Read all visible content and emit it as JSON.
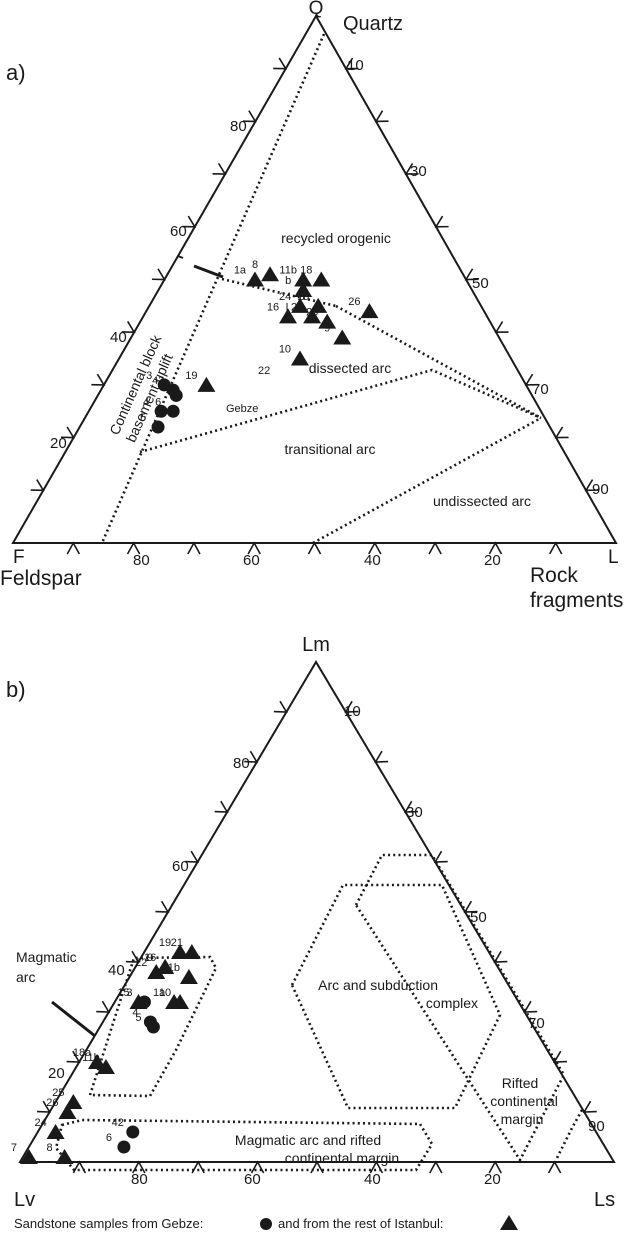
{
  "chart_data": [
    {
      "type": "scatter",
      "panel_label": "a)",
      "plot_kind": "ternary",
      "apex_labels": {
        "top_letter": "Q",
        "top_name": "Quartz",
        "left_letter": "F",
        "left_name": "Feldspar",
        "right_letter": "L",
        "right_name": "Rock fragments"
      },
      "tick_labels": {
        "right_edge": [
          "10",
          "30",
          "50",
          "70",
          "90"
        ],
        "left_edge": [
          "80",
          "60",
          "40",
          "20"
        ],
        "bottom_edge": [
          "80",
          "60",
          "40",
          "20"
        ]
      },
      "field_labels": [
        "recycled orogenic",
        "dissected arc",
        "transitional arc",
        "undissected arc",
        "Continental block basement uplift"
      ],
      "series": [
        {
          "marker": "circle",
          "points": [
            {
              "label": "3",
              "Q": 30,
              "F": 60,
              "L": 10
            },
            {
              "label": "42",
              "Q": 29,
              "F": 59,
              "L": 12
            },
            {
              "label": "7",
              "Q": 28,
              "F": 59,
              "L": 13
            },
            {
              "label": "4",
              "Q": 25,
              "F": 63,
              "L": 12
            },
            {
              "label": "6",
              "Q": 25,
              "F": 61,
              "L": 14
            },
            {
              "label": "5",
              "Q": 22,
              "F": 65,
              "L": 13
            }
          ]
        },
        {
          "marker": "triangle",
          "points": [
            {
              "label": "1a",
              "Q": 50,
              "F": 35,
              "L": 15
            },
            {
              "label": "8",
              "Q": 51,
              "F": 32,
              "L": 17
            },
            {
              "label": "11b",
              "Q": 50,
              "F": 27,
              "L": 23
            },
            {
              "label": "18",
              "Q": 50,
              "F": 24,
              "L": 26
            },
            {
              "label": "b",
              "Q": 48,
              "F": 28,
              "L": 24
            },
            {
              "label": "24",
              "Q": 45,
              "F": 30,
              "L": 25
            },
            {
              "label": "15",
              "Q": 45,
              "F": 27,
              "L": 28
            },
            {
              "label": "16",
              "Q": 43,
              "F": 33,
              "L": 24
            },
            {
              "label": "21",
              "Q": 43,
              "F": 29,
              "L": 28
            },
            {
              "label": "25",
              "Q": 42,
              "F": 27,
              "L": 31
            },
            {
              "label": "26",
              "Q": 44,
              "F": 19,
              "L": 37
            },
            {
              "label": "9",
              "Q": 39,
              "F": 26,
              "L": 35
            },
            {
              "label": "10",
              "Q": 35,
              "F": 35,
              "L": 30
            },
            {
              "label": "19",
              "Q": 30,
              "F": 53,
              "L": 17
            }
          ]
        }
      ],
      "annotations": [
        "Gebze",
        "22"
      ]
    },
    {
      "type": "scatter",
      "panel_label": "b)",
      "plot_kind": "ternary",
      "apex_labels": {
        "top_letter": "Lm",
        "left_letter": "Lv",
        "right_letter": "Ls"
      },
      "tick_labels": {
        "right_edge": [
          "10",
          "30",
          "50",
          "70",
          "90"
        ],
        "left_edge": [
          "80",
          "60",
          "40",
          "20"
        ],
        "bottom_edge": [
          "80",
          "60",
          "40",
          "20"
        ]
      },
      "field_labels": [
        "Magmatic arc",
        "Arc and subduction complex",
        "Rifted continental margin",
        "Magmatic arc and rifted continental margin"
      ],
      "series": [
        {
          "marker": "circle",
          "points": [
            {
              "label": "3",
              "Lm": 32,
              "Lv": 63,
              "Ls": 5
            },
            {
              "label": "4",
              "Lm": 28,
              "Lv": 64,
              "Ls": 8
            },
            {
              "label": "5",
              "Lm": 27,
              "Lv": 64,
              "Ls": 9
            },
            {
              "label": "42",
              "Lm": 6,
              "Lv": 78,
              "Ls": 16
            },
            {
              "label": "6",
              "Lm": 3,
              "Lv": 81,
              "Ls": 16
            }
          ]
        },
        {
          "marker": "triangle",
          "points": [
            {
              "label": "19",
              "Lm": 42,
              "Lv": 52,
              "Ls": 6
            },
            {
              "label": "21",
              "Lm": 42,
              "Lv": 50,
              "Ls": 8
            },
            {
              "label": "9",
              "Lm": 39,
              "Lv": 56,
              "Ls": 5
            },
            {
              "label": "22",
              "Lm": 38,
              "Lv": 58,
              "Ls": 4
            },
            {
              "label": "16",
              "Lm": 39,
              "Lv": 56,
              "Ls": 5
            },
            {
              "label": "1b",
              "Lm": 37,
              "Lv": 53,
              "Ls": 10
            },
            {
              "label": "1a",
              "Lm": 32,
              "Lv": 58,
              "Ls": 10
            },
            {
              "label": "10",
              "Lm": 32,
              "Lv": 57,
              "Ls": 11
            },
            {
              "label": "15",
              "Lm": 32,
              "Lv": 64,
              "Ls": 4
            },
            {
              "label": "18a",
              "Lm": 20,
              "Lv": 77,
              "Ls": 3
            },
            {
              "label": "11b",
              "Lm": 19,
              "Lv": 76,
              "Ls": 5
            },
            {
              "label": "25",
              "Lm": 12,
              "Lv": 85,
              "Ls": 3
            },
            {
              "label": "26",
              "Lm": 10,
              "Lv": 87,
              "Ls": 3
            },
            {
              "label": "24",
              "Lm": 6,
              "Lv": 91,
              "Ls": 3
            },
            {
              "label": "8",
              "Lm": 1,
              "Lv": 92,
              "Ls": 7
            },
            {
              "label": "7",
              "Lm": 1,
              "Lv": 98,
              "Ls": 1
            }
          ]
        }
      ],
      "left_edge_values": [
        "40",
        "20"
      ],
      "legend_text": [
        "Sandstone samples from Gebze:",
        "and from the rest of Istanbul:"
      ],
      "legend_placement": "bottom"
    }
  ]
}
